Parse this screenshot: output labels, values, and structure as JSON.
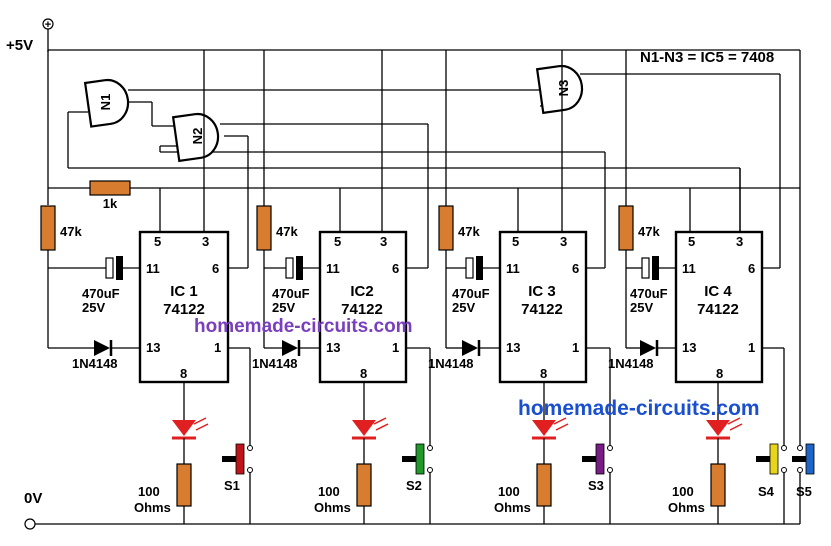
{
  "supply": {
    "vplus_label": "+5V",
    "ground_label": "0V",
    "plus_symbol": "+"
  },
  "title_note": "N1-N3 = IC5 = 7408",
  "gates": [
    {
      "label": "N1"
    },
    {
      "label": "N2"
    },
    {
      "label": "N3"
    }
  ],
  "chain_resistor": {
    "label": "1k"
  },
  "stages": [
    {
      "ic_name": "IC 1",
      "part": "74122",
      "pin5": "5",
      "pin3": "3",
      "pin11": "11",
      "pin6": "6",
      "pin13": "13",
      "pin1": "1",
      "pin8": "8",
      "timing_resistor": "47k",
      "cap_value": "470uF",
      "cap_voltage": "25V",
      "diode": "1N4148",
      "led_resistor": "100",
      "led_resistor_unit": "Ohms",
      "switch": "S1",
      "switch_color": "#c0141c"
    },
    {
      "ic_name": "IC2",
      "part": "74122",
      "pin5": "5",
      "pin3": "3",
      "pin11": "11",
      "pin6": "6",
      "pin13": "13",
      "pin1": "1",
      "pin8": "8",
      "timing_resistor": "47k",
      "cap_value": "470uF",
      "cap_voltage": "25V",
      "diode": "1N4148",
      "led_resistor": "100",
      "led_resistor_unit": "Ohms",
      "switch": "S2",
      "switch_color": "#1f9a2a"
    },
    {
      "ic_name": "IC 3",
      "part": "74122",
      "pin5": "5",
      "pin3": "3",
      "pin11": "11",
      "pin6": "6",
      "pin13": "13",
      "pin1": "1",
      "pin8": "8",
      "timing_resistor": "47k",
      "cap_value": "470uF",
      "cap_voltage": "25V",
      "diode": "1N4148",
      "led_resistor": "100",
      "led_resistor_unit": "Ohms",
      "switch": "S3",
      "switch_color": "#7a1c86"
    },
    {
      "ic_name": "IC 4",
      "part": "74122",
      "pin5": "5",
      "pin3": "3",
      "pin11": "11",
      "pin6": "6",
      "pin13": "13",
      "pin1": "1",
      "pin8": "8",
      "timing_resistor": "47k",
      "cap_value": "470uF",
      "cap_voltage": "25V",
      "diode": "1N4148",
      "led_resistor": "100",
      "led_resistor_unit": "Ohms",
      "switch": "S4",
      "switch_color": "#e8d41a"
    }
  ],
  "extra_switch": {
    "label": "S5",
    "color": "#1f64c8"
  },
  "watermarks": [
    "homemade-circuits.com",
    "homemade-circuits.com"
  ],
  "colors": {
    "resistor": "#d87d2f",
    "led": "#e02020",
    "wire": "#000000",
    "watermark_purple": "#7a3fbf",
    "watermark_blue": "#1a4fd0"
  },
  "icons": [
    "and-gate-icon",
    "resistor-icon",
    "capacitor-icon",
    "diode-icon",
    "led-icon",
    "push-switch-icon"
  ]
}
